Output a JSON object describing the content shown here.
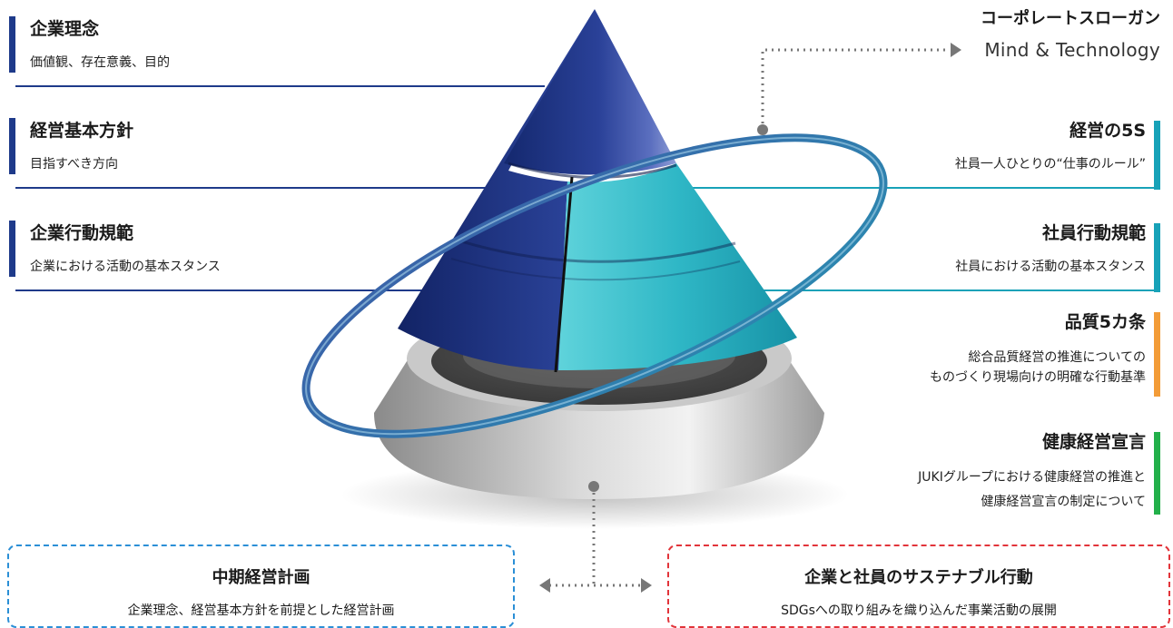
{
  "slogan": {
    "title": "コーポレートスローガン",
    "value": "Mind & Technology"
  },
  "left_items": [
    {
      "title": "企業理念",
      "desc": "価値観、存在意義、目的"
    },
    {
      "title": "経営基本方針",
      "desc": "目指すべき方向"
    },
    {
      "title": "企業行動規範",
      "desc": "企業における活動の基本スタンス"
    }
  ],
  "right_items": [
    {
      "title": "経営の5S",
      "desc": "社員一人ひとりの“仕事のルール”"
    },
    {
      "title": "社員行動規範",
      "desc": "社員における活動の基本スタンス"
    },
    {
      "title": "品質5カ条",
      "desc1": "総合品質経営の推進についての",
      "desc2": "ものづくり現場向けの明確な行動基準"
    },
    {
      "title": "健康経営宣言",
      "desc1": "JUKIグループにおける健康経営の推進と",
      "desc2": "健康経営宣言の制定について"
    }
  ],
  "bottom_boxes": [
    {
      "title": "中期経営計画",
      "desc": "企業理念、経営基本方針を前提とした経営計画"
    },
    {
      "title": "企業と社員のサステナブル行動",
      "desc": "SDGsへの取り組みを織り込んだ事業活動の展開"
    }
  ],
  "colors": {
    "navy": "#1e3a8a",
    "teal": "#17a2b8",
    "orange": "#f39c38",
    "green": "#22b04a",
    "blue_dashed": "#2b8fd6",
    "red_dashed": "#e2343a"
  }
}
